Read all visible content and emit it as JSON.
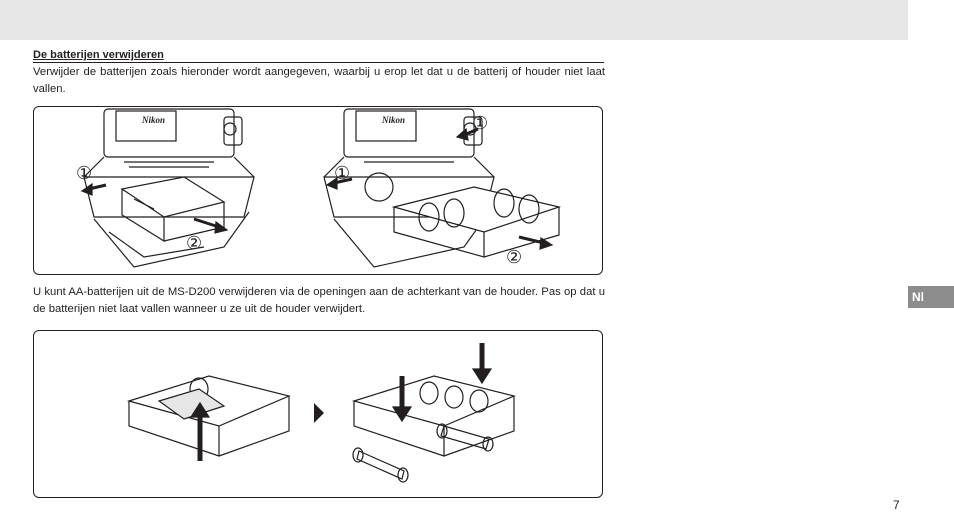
{
  "section": {
    "heading": "De batterijen verwijderen",
    "intro": "Verwijder de batterijen zoals hieronder wordt aangegeven, waarbij u erop let dat u de batterij of houder niet laat vallen.",
    "aa_text": "U kunt AA-batterijen uit de MS-D200 verwijderen via de openingen aan de achterkant van de houder. Pas op dat u de batterijen niet laat vallen wanneer u ze uit de houder verwijdert."
  },
  "figure1": {
    "brand_left": "Nikon",
    "brand_right": "Nikon",
    "step1_left": "①",
    "step2_left": "②",
    "step1_right_a": "①",
    "step1_right_b": "①",
    "step2_right": "②"
  },
  "language_tab": "Nl",
  "page_number": "7"
}
